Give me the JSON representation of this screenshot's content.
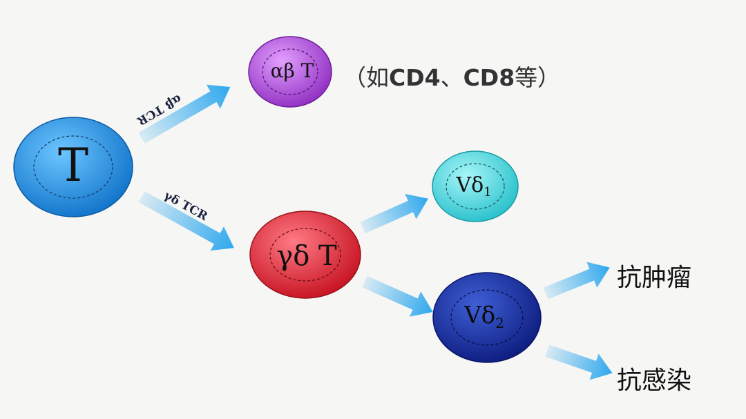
{
  "cells": {
    "t": {
      "label": "T",
      "color": "#1e8fe6"
    },
    "alpha_beta": {
      "label": "αβ T",
      "color": "#b145dd"
    },
    "gamma_delta": {
      "label": "γδ T",
      "color": "#e32235"
    },
    "vd1": {
      "label_main": "Vδ",
      "label_sub": "1",
      "color": "#3ad8e0"
    },
    "vd2": {
      "label_main": "Vδ",
      "label_sub": "2",
      "color": "#1b2faa"
    }
  },
  "arrows": {
    "ab_tcr": {
      "label": "αβ TCR"
    },
    "gd_tcr": {
      "label": "γδ TCR"
    }
  },
  "note": {
    "open": "（如",
    "cd4": "CD4",
    "sep": "、",
    "cd8": "CD8",
    "etc": "等）"
  },
  "outcomes": {
    "anti_tumor": "抗肿瘤",
    "anti_infection": "抗感染"
  },
  "colors": {
    "arrow": "#2fa8ee",
    "background": "#f6f6f4"
  }
}
